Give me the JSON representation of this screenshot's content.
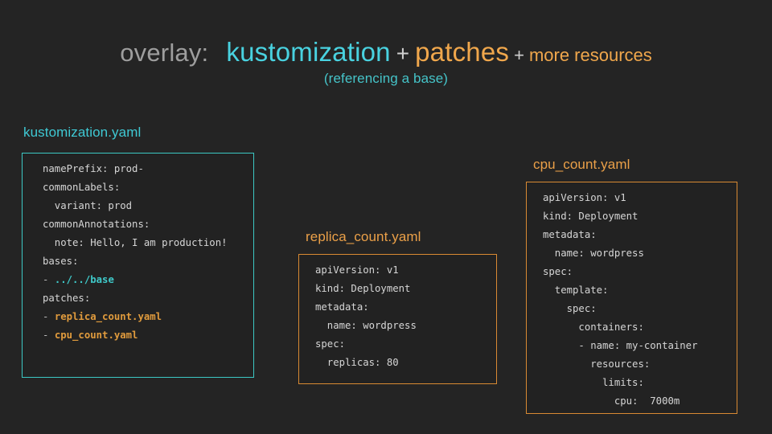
{
  "header": {
    "label": "overlay:",
    "term_1": "kustomization",
    "plus_1": "+",
    "term_2": "patches",
    "plus_2": "+",
    "term_3": "more resources",
    "subtitle": "(referencing a base)"
  },
  "colors": {
    "background": "#242424",
    "cyan": "#49d2e0",
    "orange": "#f0a74c",
    "gray_label": "#9e9e9e",
    "code_text": "#d6d6d6",
    "cyan_border": "#3cc8c4",
    "orange_border": "#d98a33"
  },
  "cards": [
    {
      "title": "kustomization.yaml",
      "title_color": "#3fc9d4",
      "border_color": "#3cc8c4",
      "lines": [
        {
          "text": "namePrefix: prod-",
          "style": "plain"
        },
        {
          "text": "commonLabels:",
          "style": "plain"
        },
        {
          "text": "  variant: prod",
          "style": "plain"
        },
        {
          "text": "commonAnnotations:",
          "style": "plain"
        },
        {
          "text": "  note: Hello, I am production!",
          "style": "plain"
        },
        {
          "text": "bases:",
          "style": "plain"
        },
        {
          "dash": "- ",
          "text": "../../base",
          "style": "cyan"
        },
        {
          "text": "patches:",
          "style": "plain"
        },
        {
          "dash": "- ",
          "text": "replica_count.yaml",
          "style": "orange"
        },
        {
          "dash": "- ",
          "text": "cpu_count.yaml",
          "style": "orange"
        }
      ]
    },
    {
      "title": "replica_count.yaml",
      "title_color": "#eba048",
      "border_color": "#d98a33",
      "lines": [
        {
          "text": "apiVersion: v1",
          "style": "plain"
        },
        {
          "text": "kind: Deployment",
          "style": "plain"
        },
        {
          "text": "metadata:",
          "style": "plain"
        },
        {
          "text": "  name: wordpress",
          "style": "plain"
        },
        {
          "text": "spec:",
          "style": "plain"
        },
        {
          "text": "  replicas: 80",
          "style": "plain"
        }
      ]
    },
    {
      "title": "cpu_count.yaml",
      "title_color": "#eba048",
      "border_color": "#d98a33",
      "lines": [
        {
          "text": "apiVersion: v1",
          "style": "plain"
        },
        {
          "text": "kind: Deployment",
          "style": "plain"
        },
        {
          "text": "metadata:",
          "style": "plain"
        },
        {
          "text": "  name: wordpress",
          "style": "plain"
        },
        {
          "text": "spec:",
          "style": "plain"
        },
        {
          "text": "  template:",
          "style": "plain"
        },
        {
          "text": "    spec:",
          "style": "plain"
        },
        {
          "text": "      containers:",
          "style": "plain"
        },
        {
          "text": "      - name: my-container",
          "style": "plain"
        },
        {
          "text": "        resources:",
          "style": "plain"
        },
        {
          "text": "          limits:",
          "style": "plain"
        },
        {
          "text": "            cpu:  7000m",
          "style": "plain"
        }
      ]
    }
  ]
}
